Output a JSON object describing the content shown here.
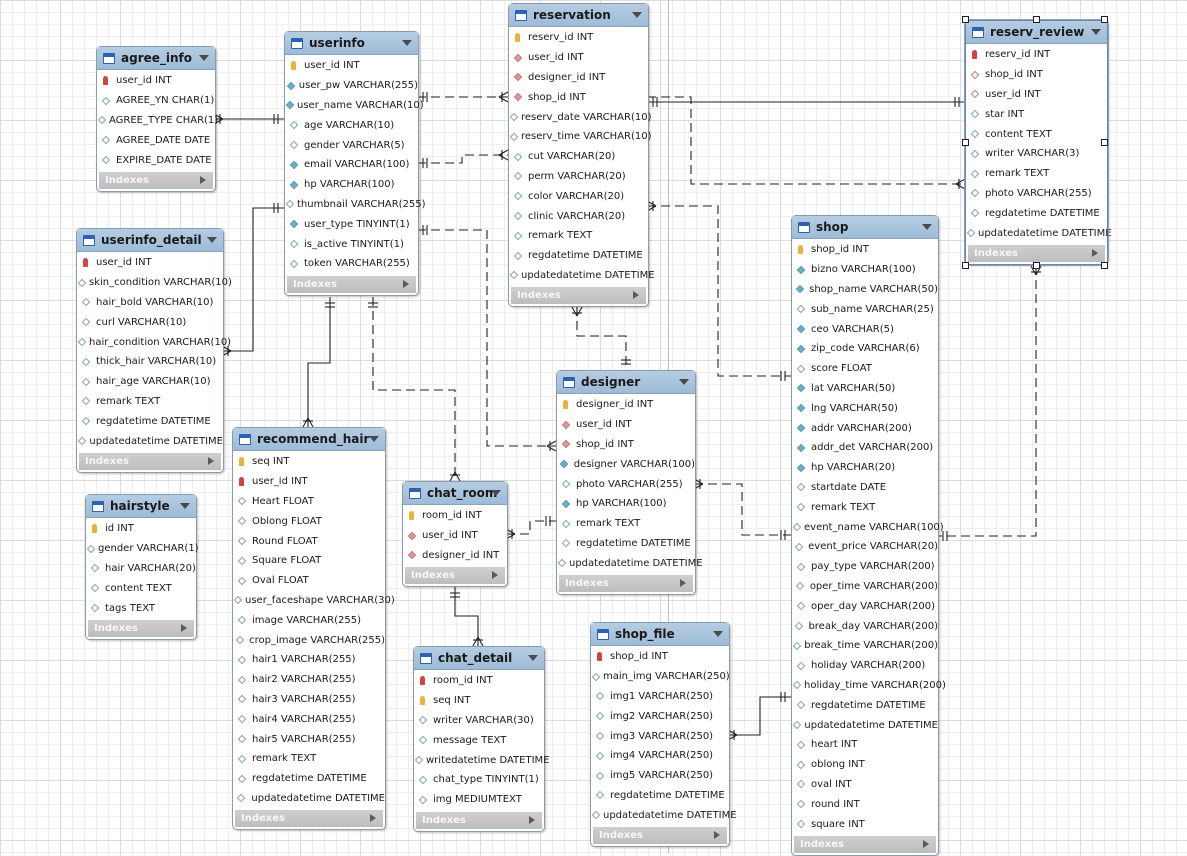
{
  "tables": [
    {
      "id": "agree_info",
      "name": "agree_info",
      "indexes_label": "Indexes",
      "columns": [
        {
          "name": "user_id INT",
          "key": "pk-red"
        },
        {
          "name": "AGREE_YN CHAR(1)",
          "key": "d"
        },
        {
          "name": "AGREE_TYPE CHAR(1)",
          "key": "d"
        },
        {
          "name": "AGREE_DATE DATE",
          "key": "d"
        },
        {
          "name": "EXPIRE_DATE DATE",
          "key": "d"
        }
      ]
    },
    {
      "id": "userinfo",
      "name": "userinfo",
      "indexes_label": "Indexes",
      "columns": [
        {
          "name": "user_id INT",
          "key": "pk"
        },
        {
          "name": "user_pw VARCHAR(255)",
          "key": "df"
        },
        {
          "name": "user_name VARCHAR(10)",
          "key": "df"
        },
        {
          "name": "age VARCHAR(10)",
          "key": "d"
        },
        {
          "name": "gender VARCHAR(5)",
          "key": "d"
        },
        {
          "name": "email VARCHAR(100)",
          "key": "df"
        },
        {
          "name": "hp VARCHAR(100)",
          "key": "df"
        },
        {
          "name": "thumbnail VARCHAR(255)",
          "key": "d"
        },
        {
          "name": "user_type TINYINT(1)",
          "key": "df"
        },
        {
          "name": "is_active TINYINT(1)",
          "key": "d"
        },
        {
          "name": "token VARCHAR(255)",
          "key": "d"
        }
      ]
    },
    {
      "id": "reservation",
      "name": "reservation",
      "indexes_label": "Indexes",
      "columns": [
        {
          "name": "reserv_id INT",
          "key": "pk"
        },
        {
          "name": "user_id INT",
          "key": "fk"
        },
        {
          "name": "designer_id INT",
          "key": "fk"
        },
        {
          "name": "shop_id INT",
          "key": "fk"
        },
        {
          "name": "reserv_date VARCHAR(10)",
          "key": "d"
        },
        {
          "name": "reserv_time VARCHAR(10)",
          "key": "d"
        },
        {
          "name": "cut VARCHAR(20)",
          "key": "d"
        },
        {
          "name": "perm VARCHAR(20)",
          "key": "d"
        },
        {
          "name": "color VARCHAR(20)",
          "key": "d"
        },
        {
          "name": "clinic VARCHAR(20)",
          "key": "d"
        },
        {
          "name": "remark TEXT",
          "key": "d"
        },
        {
          "name": "regdatetime DATETIME",
          "key": "d"
        },
        {
          "name": "updatedatetime DATETIME",
          "key": "d"
        }
      ]
    },
    {
      "id": "reserv_review",
      "name": "reserv_review",
      "indexes_label": "Indexes",
      "columns": [
        {
          "name": "reserv_id INT",
          "key": "pk-red"
        },
        {
          "name": "shop_id INT",
          "key": "fk-o"
        },
        {
          "name": "user_id INT",
          "key": "fk-o"
        },
        {
          "name": "star INT",
          "key": "d"
        },
        {
          "name": "content TEXT",
          "key": "d"
        },
        {
          "name": "writer VARCHAR(3)",
          "key": "d"
        },
        {
          "name": "remark TEXT",
          "key": "d"
        },
        {
          "name": "photo VARCHAR(255)",
          "key": "d"
        },
        {
          "name": "regdatetime DATETIME",
          "key": "d"
        },
        {
          "name": "updatedatetime DATETIME",
          "key": "d"
        }
      ]
    },
    {
      "id": "userinfo_detail",
      "name": "userinfo_detail",
      "indexes_label": "Indexes",
      "columns": [
        {
          "name": "user_id INT",
          "key": "pk-red"
        },
        {
          "name": "skin_condition VARCHAR(10)",
          "key": "d"
        },
        {
          "name": "hair_bold VARCHAR(10)",
          "key": "d"
        },
        {
          "name": "curl VARCHAR(10)",
          "key": "d"
        },
        {
          "name": "hair_condition VARCHAR(10)",
          "key": "d"
        },
        {
          "name": "thick_hair VARCHAR(10)",
          "key": "d"
        },
        {
          "name": "hair_age VARCHAR(10)",
          "key": "d"
        },
        {
          "name": "remark TEXT",
          "key": "d"
        },
        {
          "name": "regdatetime DATETIME",
          "key": "d"
        },
        {
          "name": "updatedatetime DATETIME",
          "key": "d"
        }
      ]
    },
    {
      "id": "shop",
      "name": "shop",
      "indexes_label": "Indexes",
      "columns": [
        {
          "name": "shop_id INT",
          "key": "pk"
        },
        {
          "name": "bizno VARCHAR(100)",
          "key": "df"
        },
        {
          "name": "shop_name VARCHAR(50)",
          "key": "df"
        },
        {
          "name": "sub_name VARCHAR(25)",
          "key": "d"
        },
        {
          "name": "ceo VARCHAR(5)",
          "key": "df"
        },
        {
          "name": "zip_code VARCHAR(6)",
          "key": "df"
        },
        {
          "name": "score FLOAT",
          "key": "d"
        },
        {
          "name": "lat VARCHAR(50)",
          "key": "df"
        },
        {
          "name": "lng VARCHAR(50)",
          "key": "df"
        },
        {
          "name": "addr VARCHAR(200)",
          "key": "df"
        },
        {
          "name": "addr_det VARCHAR(200)",
          "key": "df"
        },
        {
          "name": "hp VARCHAR(20)",
          "key": "df"
        },
        {
          "name": "startdate DATE",
          "key": "d"
        },
        {
          "name": "remark TEXT",
          "key": "d"
        },
        {
          "name": "event_name VARCHAR(100)",
          "key": "d"
        },
        {
          "name": "event_price VARCHAR(20)",
          "key": "d"
        },
        {
          "name": "pay_type VARCHAR(200)",
          "key": "d"
        },
        {
          "name": "oper_time VARCHAR(200)",
          "key": "d"
        },
        {
          "name": "oper_day VARCHAR(200)",
          "key": "d"
        },
        {
          "name": "break_day VARCHAR(200)",
          "key": "d"
        },
        {
          "name": "break_time VARCHAR(200)",
          "key": "d"
        },
        {
          "name": "holiday VARCHAR(200)",
          "key": "d"
        },
        {
          "name": "holiday_time VARCHAR(200)",
          "key": "d"
        },
        {
          "name": "regdatetime DATETIME",
          "key": "d"
        },
        {
          "name": "updatedatetime DATETIME",
          "key": "d"
        },
        {
          "name": "heart INT",
          "key": "d"
        },
        {
          "name": "oblong INT",
          "key": "d"
        },
        {
          "name": "oval INT",
          "key": "d"
        },
        {
          "name": "round INT",
          "key": "d"
        },
        {
          "name": "square INT",
          "key": "d"
        }
      ]
    },
    {
      "id": "recommend_hair",
      "name": "recommend_hair",
      "indexes_label": "Indexes",
      "columns": [
        {
          "name": "seq INT",
          "key": "pk"
        },
        {
          "name": "user_id INT",
          "key": "pk-red"
        },
        {
          "name": "Heart FLOAT",
          "key": "d"
        },
        {
          "name": "Oblong FLOAT",
          "key": "d"
        },
        {
          "name": "Round FLOAT",
          "key": "d"
        },
        {
          "name": "Square FLOAT",
          "key": "d"
        },
        {
          "name": "Oval FLOAT",
          "key": "d"
        },
        {
          "name": "user_faceshape VARCHAR(30)",
          "key": "d"
        },
        {
          "name": "image VARCHAR(255)",
          "key": "d"
        },
        {
          "name": "crop_image VARCHAR(255)",
          "key": "d"
        },
        {
          "name": "hair1 VARCHAR(255)",
          "key": "d"
        },
        {
          "name": "hair2 VARCHAR(255)",
          "key": "d"
        },
        {
          "name": "hair3 VARCHAR(255)",
          "key": "d"
        },
        {
          "name": "hair4 VARCHAR(255)",
          "key": "d"
        },
        {
          "name": "hair5 VARCHAR(255)",
          "key": "d"
        },
        {
          "name": "remark TEXT",
          "key": "d"
        },
        {
          "name": "regdatetime DATETIME",
          "key": "d"
        },
        {
          "name": "updatedatetime DATETIME",
          "key": "d"
        }
      ]
    },
    {
      "id": "designer",
      "name": "designer",
      "indexes_label": "Indexes",
      "columns": [
        {
          "name": "designer_id INT",
          "key": "pk"
        },
        {
          "name": "user_id INT",
          "key": "fk"
        },
        {
          "name": "shop_id INT",
          "key": "fk"
        },
        {
          "name": "designer VARCHAR(100)",
          "key": "df"
        },
        {
          "name": "photo VARCHAR(255)",
          "key": "d"
        },
        {
          "name": "hp VARCHAR(100)",
          "key": "df"
        },
        {
          "name": "remark TEXT",
          "key": "d"
        },
        {
          "name": "regdatetime DATETIME",
          "key": "d"
        },
        {
          "name": "updatedatetime DATETIME",
          "key": "d"
        }
      ]
    },
    {
      "id": "chat_room",
      "name": "chat_room",
      "indexes_label": "Indexes",
      "columns": [
        {
          "name": "room_id INT",
          "key": "pk"
        },
        {
          "name": "user_id INT",
          "key": "fk"
        },
        {
          "name": "designer_id INT",
          "key": "fk"
        }
      ]
    },
    {
      "id": "hairstyle",
      "name": "hairstyle",
      "indexes_label": "Indexes",
      "columns": [
        {
          "name": "id INT",
          "key": "pk"
        },
        {
          "name": "gender VARCHAR(1)",
          "key": "d"
        },
        {
          "name": "hair VARCHAR(20)",
          "key": "d"
        },
        {
          "name": "content TEXT",
          "key": "d"
        },
        {
          "name": "tags TEXT",
          "key": "d"
        }
      ]
    },
    {
      "id": "chat_detail",
      "name": "chat_detail",
      "indexes_label": "Indexes",
      "columns": [
        {
          "name": "room_id INT",
          "key": "pk-red"
        },
        {
          "name": "seq INT",
          "key": "pk"
        },
        {
          "name": "writer VARCHAR(30)",
          "key": "d"
        },
        {
          "name": "message TEXT",
          "key": "d"
        },
        {
          "name": "writedatetime DATETIME",
          "key": "d"
        },
        {
          "name": "chat_type TINYINT(1)",
          "key": "d"
        },
        {
          "name": "img MEDIUMTEXT",
          "key": "d"
        }
      ]
    },
    {
      "id": "shop_file",
      "name": "shop_file",
      "indexes_label": "Indexes",
      "columns": [
        {
          "name": "shop_id INT",
          "key": "pk-red"
        },
        {
          "name": "main_img VARCHAR(250)",
          "key": "d"
        },
        {
          "name": "img1 VARCHAR(250)",
          "key": "d"
        },
        {
          "name": "img2 VARCHAR(250)",
          "key": "d"
        },
        {
          "name": "img3 VARCHAR(250)",
          "key": "d"
        },
        {
          "name": "img4 VARCHAR(250)",
          "key": "d"
        },
        {
          "name": "img5 VARCHAR(250)",
          "key": "d"
        },
        {
          "name": "regdatetime DATETIME",
          "key": "d"
        },
        {
          "name": "updatedatetime DATETIME",
          "key": "d"
        }
      ]
    }
  ],
  "colors": {
    "header": "#9dbbd8",
    "line": "#222222",
    "pk": "#e7b33b",
    "fk": "#d99a98"
  }
}
